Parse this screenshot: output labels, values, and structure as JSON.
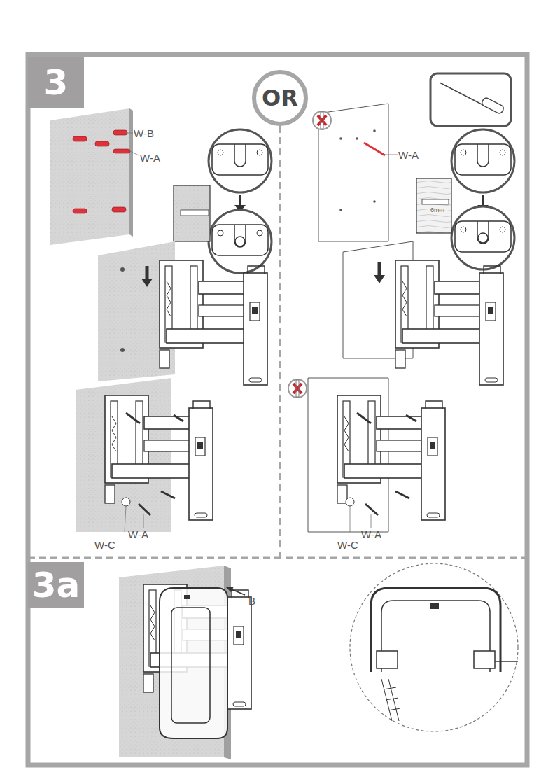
{
  "diagram": {
    "nodes": [
      {
        "text": [
          "3"
        ]
      },
      {
        "text": [
          "OR"
        ]
      },
      {
        "text": [
          "3a"
        ]
      }
    ],
    "labels": [
      "W-B",
      "W-A",
      "W-A",
      "6mm",
      "W-A",
      "W-A",
      "W-C",
      "W-C",
      "B"
    ]
  }
}
